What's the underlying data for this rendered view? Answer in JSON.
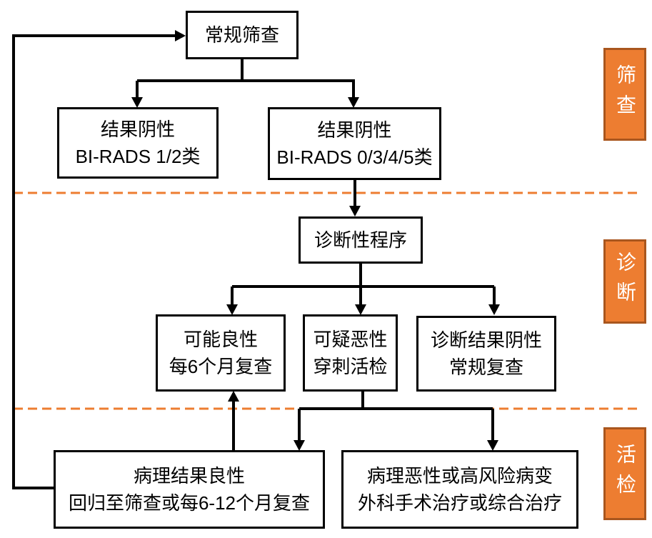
{
  "diagram": {
    "title": "breast-screening-flowchart",
    "nodes": {
      "routine_screening": {
        "lines": [
          "常规筛查"
        ]
      },
      "result_negative_12": {
        "lines": [
          "结果阴性",
          "BI-RADS  1/2类"
        ]
      },
      "result_negative_0345": {
        "lines": [
          "结果阴性",
          "BI-RADS  0/3/4/5类"
        ]
      },
      "diagnostic_procedure": {
        "lines": [
          "诊断性程序"
        ]
      },
      "possibly_benign": {
        "lines": [
          "可能良性",
          "每6个月复查"
        ]
      },
      "suspicious_malignant": {
        "lines": [
          "可疑恶性",
          "穿刺活检"
        ]
      },
      "diagnosis_negative": {
        "lines": [
          "诊断结果阴性",
          "常规复查"
        ]
      },
      "pathology_benign": {
        "lines": [
          "病理结果良性",
          "回归至筛查或每6-12个月复查"
        ]
      },
      "pathology_malignant": {
        "lines": [
          "病理恶性或高风险病变",
          "外科手术治疗或综合治疗"
        ]
      }
    },
    "stages": [
      {
        "label": "筛查"
      },
      {
        "label": "诊断"
      },
      {
        "label": "活检"
      }
    ],
    "colors": {
      "stage_fill": "#ED7D31",
      "stage_border": "#A9561E",
      "dashed_line": "#ED7D31",
      "node_border": "#000000",
      "node_text": "#000000",
      "stage_text": "#FFFFFF"
    }
  }
}
